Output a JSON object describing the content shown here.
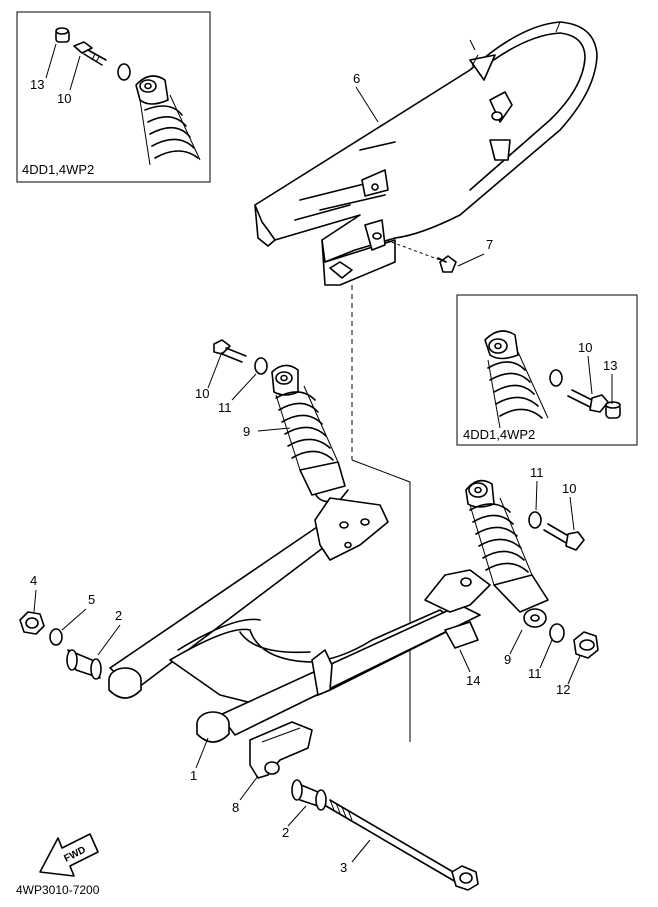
{
  "diagram": {
    "drawing_code": "4WP3010-7200",
    "fwd_label": "FWD",
    "insets": [
      {
        "model_label": "4DD1,4WP2"
      },
      {
        "model_label": "4DD1,4WP2"
      }
    ],
    "callouts": {
      "c1": "1",
      "c2a": "2",
      "c2b": "2",
      "c3": "3",
      "c4": "4",
      "c5": "5",
      "c6": "6",
      "c7": "7",
      "c8": "8",
      "c9a": "9",
      "c9b": "9",
      "c10a": "10",
      "c10b": "10",
      "c10c": "10",
      "c10d": "10",
      "c11a": "11",
      "c11b": "11",
      "c11c": "11",
      "c12": "12",
      "c13a": "13",
      "c13b": "13",
      "c14": "14"
    }
  }
}
